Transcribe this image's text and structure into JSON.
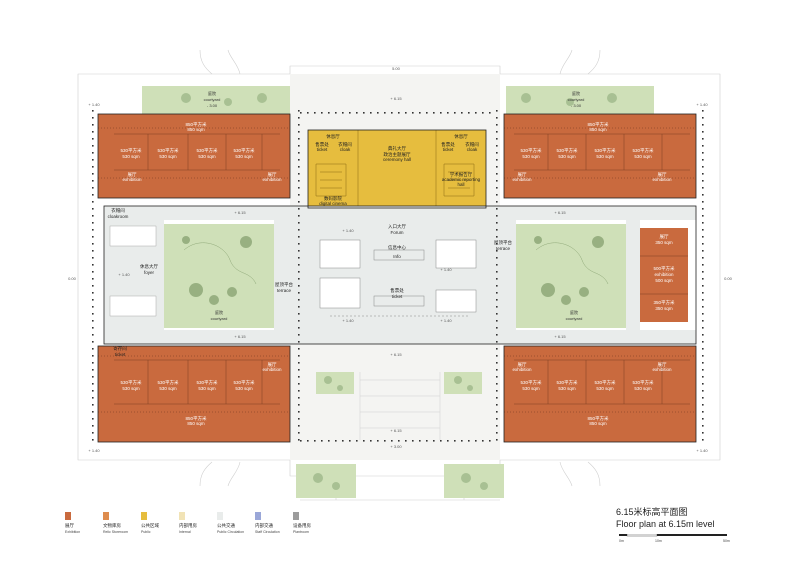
{
  "colors": {
    "exhibition": "#c96a3e",
    "relic_storeroom": "#de8c4e",
    "public": "#e6bd3e",
    "internal": "#f1e3b6",
    "public_circulation": "#e9eceb",
    "staff_circulation": "#9aa7d8",
    "plant_room": "#9c9c9c",
    "courtyard": "#cfe0b8",
    "plaza": "#f3f3f3",
    "wall": "#222222"
  },
  "title": {
    "cn": "6.15米标高平面图",
    "en": "Floor plan at 6.15m level"
  },
  "legend": [
    {
      "cn": "展厅",
      "en": "Exhibition",
      "color_key": "exhibition"
    },
    {
      "cn": "文物库房",
      "en": "Relic Storeroom",
      "color_key": "relic_storeroom"
    },
    {
      "cn": "公共区域",
      "en": "Public",
      "color_key": "public"
    },
    {
      "cn": "内部用房",
      "en": "Internal",
      "color_key": "internal"
    },
    {
      "cn": "公共交通",
      "en": "Public Circulation",
      "color_key": "public_circulation"
    },
    {
      "cn": "内部交通",
      "en": "Staff Circulation",
      "color_key": "staff_circulation"
    },
    {
      "cn": "设备用房",
      "en": "Plantroom",
      "color_key": "plant_room"
    }
  ],
  "scale": {
    "ticks": [
      "0m",
      "10m",
      "50m"
    ]
  },
  "labels": {
    "courtyard_cn": "庭院",
    "courtyard_en": "courtyard",
    "courtyard_level": "- 3.00",
    "hall_850_cn": "850平方米",
    "hall_850_en": "850 sqm",
    "room_530_cn": "530平方米",
    "room_530_en": "530 sqm",
    "room_350_cn": "350平方米",
    "room_350_en": "350 sqm",
    "room_500_cn": "500平方米",
    "room_500_en": "500 sqm",
    "exhibition_cn": "展厅",
    "exhibition_en": "exhibition",
    "lounge_cn": "休息厅",
    "lounge_en": "lounge",
    "ticket_cn": "售票处",
    "ticket_en": "ticket",
    "cloak_cn": "衣帽间",
    "cloak_en": "cloak",
    "cloakroom_cn": "衣帽间",
    "cloakroom_en": "cloakroom",
    "digital_cn": "数码影院",
    "digital_en": "digital cinema",
    "ceremony_cn": "典礼大厅",
    "ceremony_cn2": "政治主题展厅",
    "ceremony_en": "ceremony hall",
    "academic_cn": "学术报告厅",
    "academic_en": "academic reporting",
    "academic_en2": "hall",
    "forum_cn": "入口大厅",
    "forum_en": "Forum",
    "info_cn": "信息中心",
    "info_en": "Info",
    "foyer_cn": "休息大厅",
    "foyer_en": "foyer",
    "terrace_cn": "屋顶平台",
    "terrace_en": "terrace",
    "storage_cn": "寄存间",
    "storage_en": "ticket",
    "level_615": "+ 6.15",
    "level_140": "+ 1.40",
    "level_300": "+ 3.00",
    "level_000": "0.00",
    "level_500": "5.00"
  }
}
